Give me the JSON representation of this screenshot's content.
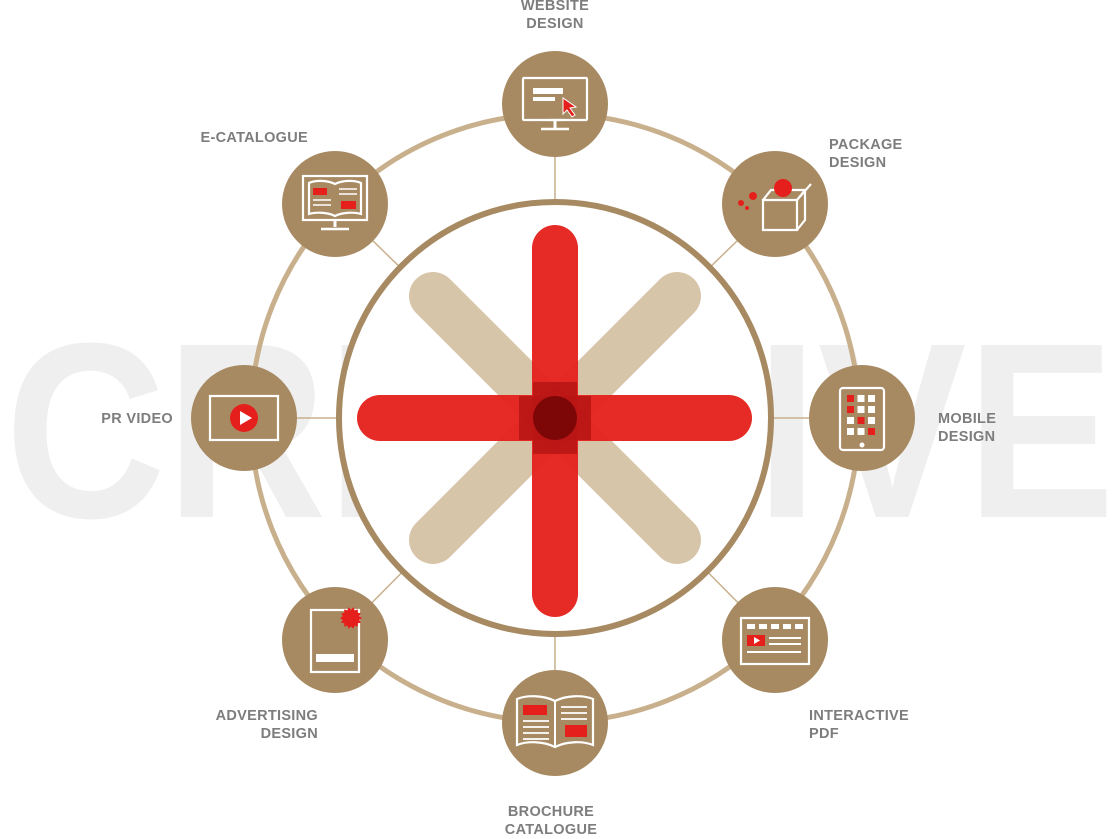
{
  "watermark": "CREATIVE",
  "colors": {
    "gold": "#a78a62",
    "gold_ring": "#c9b08d",
    "gold_light": "#d1bc9b",
    "red": "#e5201c",
    "dark_red": "#7d0707",
    "text_gray": "#7d7d7d",
    "watermark": "#efefef"
  },
  "services": [
    {
      "id": "website",
      "icon": "monitor-cursor-icon",
      "lines": [
        "WEBSITE",
        "DESIGN"
      ]
    },
    {
      "id": "package",
      "icon": "package-box-icon",
      "lines": [
        "PACKAGE",
        "DESIGN"
      ]
    },
    {
      "id": "mobile",
      "icon": "tablet-apps-icon",
      "lines": [
        "MOBILE",
        "DESIGN"
      ]
    },
    {
      "id": "interactive-pdf",
      "icon": "interactive-pdf-icon",
      "lines": [
        "INTERACTIVE",
        "PDF"
      ]
    },
    {
      "id": "brochure",
      "icon": "open-book-icon",
      "lines": [
        "BROCHURE",
        "CATALOGUE"
      ]
    },
    {
      "id": "advertising",
      "icon": "poster-badge-icon",
      "lines": [
        "ADVERTISING",
        "DESIGN"
      ]
    },
    {
      "id": "pr-video",
      "icon": "video-play-icon",
      "lines": [
        "PR VIDEO"
      ]
    },
    {
      "id": "e-catalogue",
      "icon": "monitor-book-icon",
      "lines": [
        "E-CATALOGUE"
      ]
    }
  ]
}
